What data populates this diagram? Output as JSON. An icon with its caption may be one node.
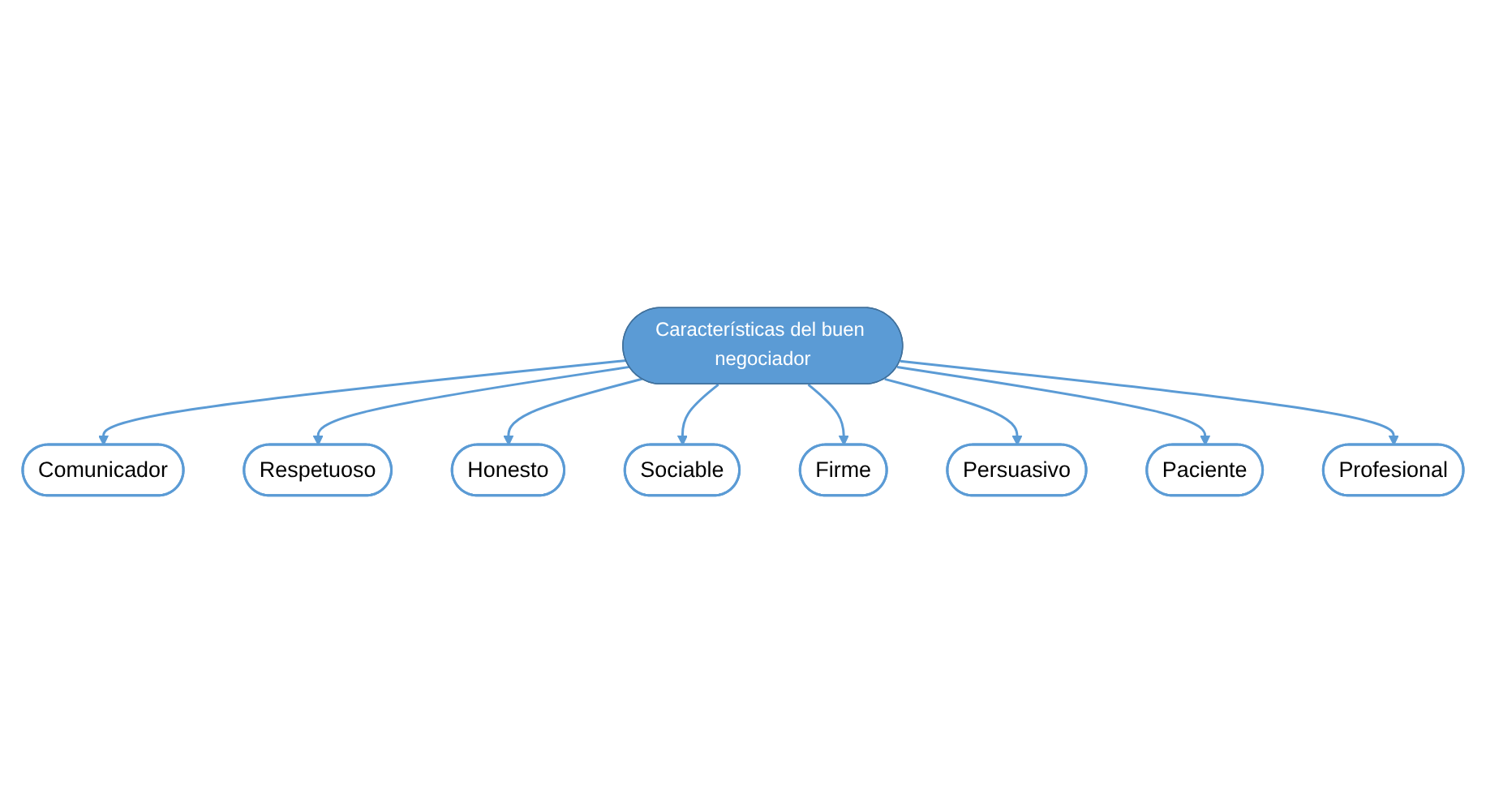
{
  "diagram": {
    "nodes": [
      {
        "text": [
          "Características del buen negociador"
        ]
      },
      {
        "text": [
          "Comunicador"
        ]
      },
      {
        "text": [
          "Respetuoso"
        ]
      },
      {
        "text": [
          "Honesto"
        ]
      },
      {
        "text": [
          "Sociable"
        ]
      },
      {
        "text": [
          "Firme"
        ]
      },
      {
        "text": [
          "Persuasivo"
        ]
      },
      {
        "text": [
          "Paciente"
        ]
      },
      {
        "text": [
          "Profesional"
        ]
      }
    ],
    "edges": [
      {
        "from": 0,
        "to": 1,
        "arrow": "to"
      },
      {
        "from": 0,
        "to": 2,
        "arrow": "to"
      },
      {
        "from": 0,
        "to": 3,
        "arrow": "to"
      },
      {
        "from": 0,
        "to": 4,
        "arrow": "to"
      },
      {
        "from": 0,
        "to": 5,
        "arrow": "to"
      },
      {
        "from": 0,
        "to": 6,
        "arrow": "to"
      },
      {
        "from": 0,
        "to": 7,
        "arrow": "to"
      },
      {
        "from": 0,
        "to": 8,
        "arrow": "to"
      }
    ]
  }
}
